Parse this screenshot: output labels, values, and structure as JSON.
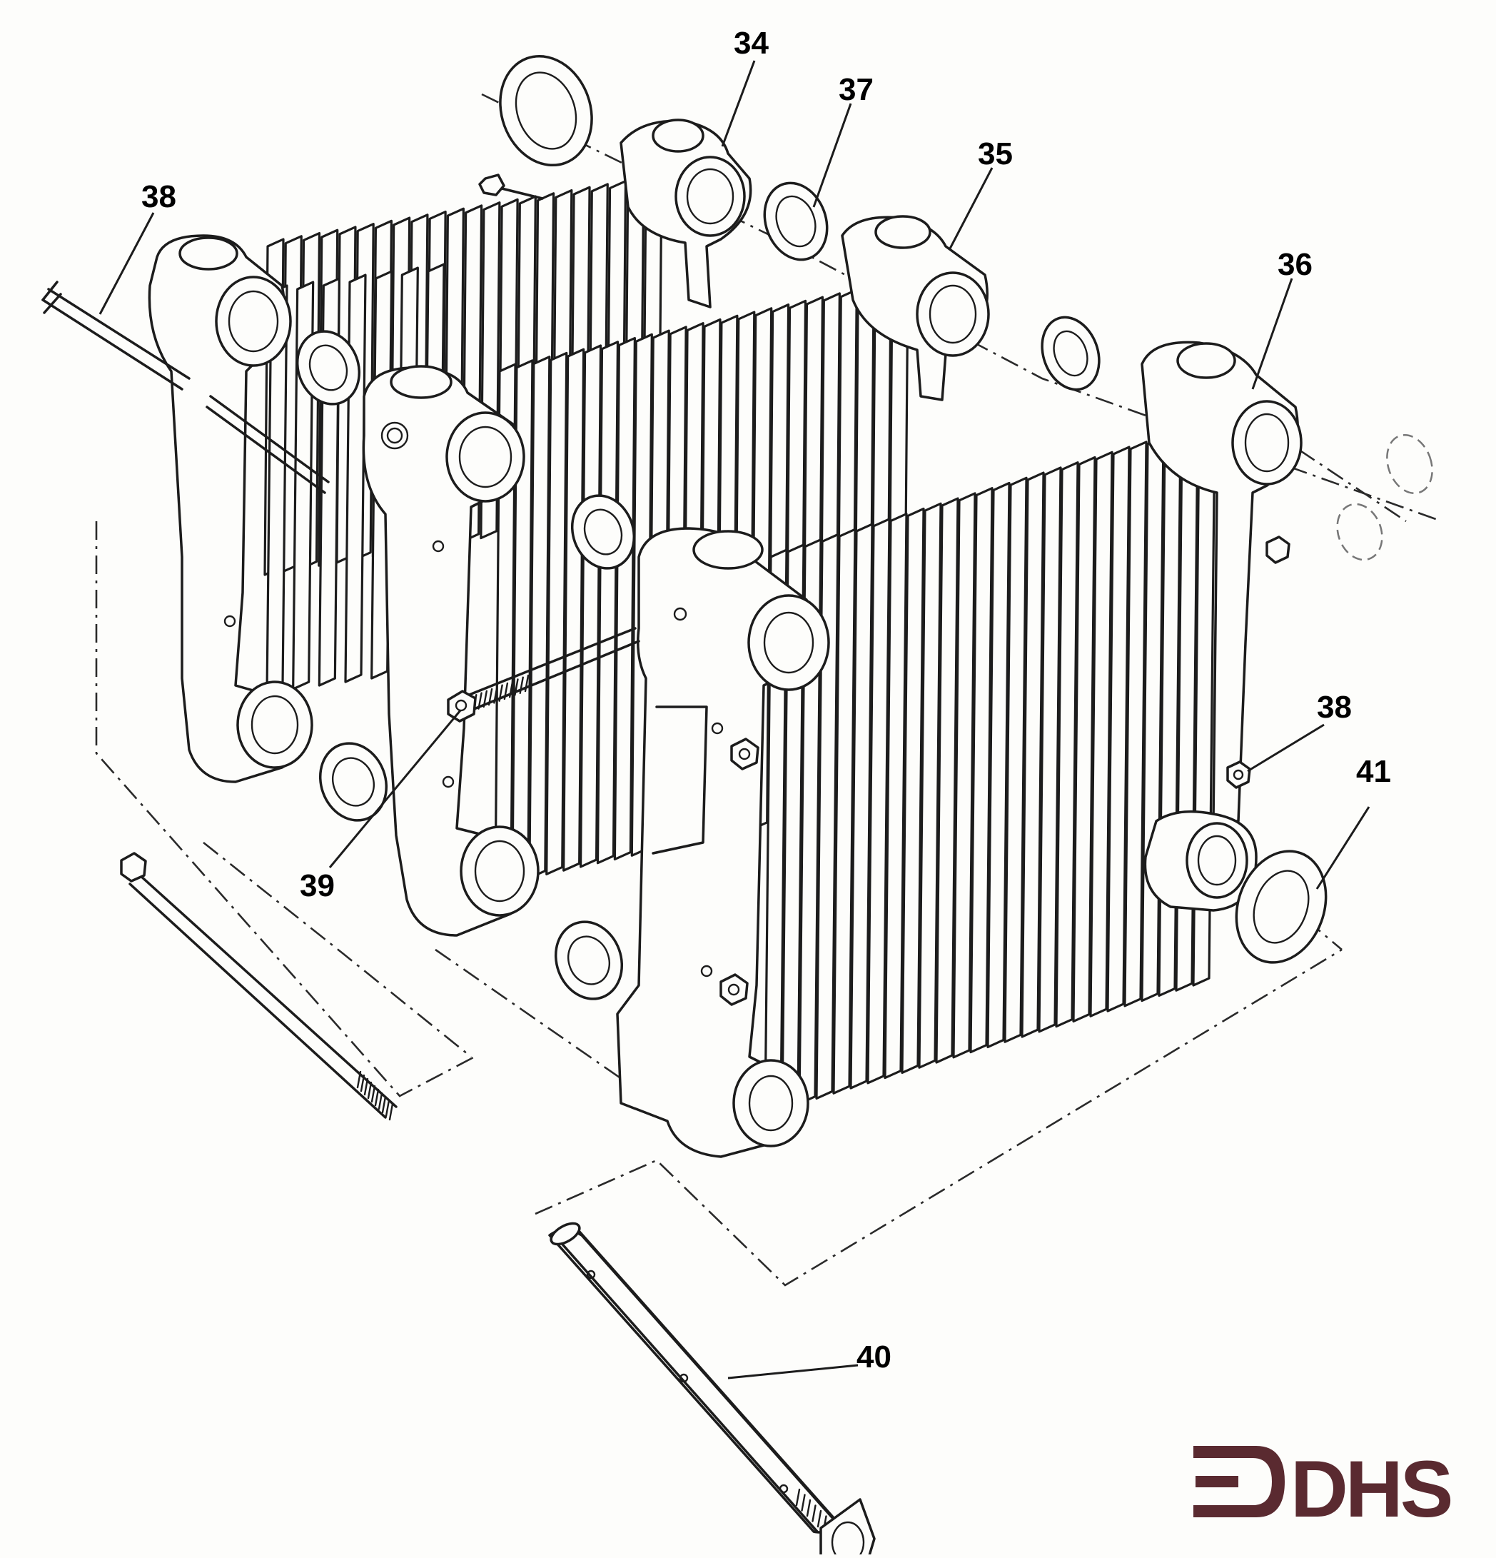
{
  "diagram": {
    "callouts": [
      {
        "id": "c34",
        "label": "34"
      },
      {
        "id": "c37",
        "label": "37"
      },
      {
        "id": "c35",
        "label": "35"
      },
      {
        "id": "c38a",
        "label": "38"
      },
      {
        "id": "c36",
        "label": "36"
      },
      {
        "id": "c38b",
        "label": "38"
      },
      {
        "id": "c41",
        "label": "41"
      },
      {
        "id": "c39",
        "label": "39"
      },
      {
        "id": "c40",
        "label": "40"
      }
    ],
    "logo": {
      "text": "DHS",
      "color": "#5a2a30"
    },
    "line_color": "#1c1c1c",
    "background": "#fdfdfb"
  }
}
